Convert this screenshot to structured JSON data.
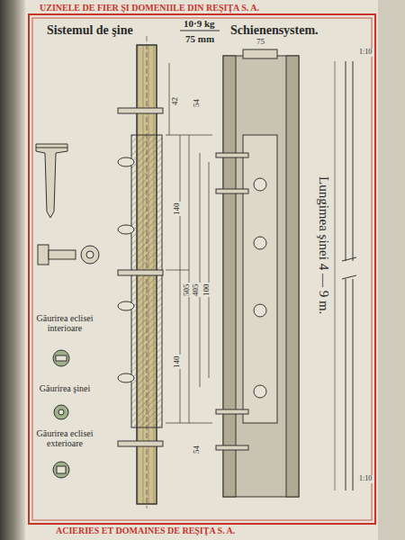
{
  "diagram": {
    "title": "Sistemul de şine",
    "labels": [
      "UZINELE DE FIER ŞI DOMENIILE DIN REŞIŢA S. A.",
      "10·9 kg",
      "75 mm",
      "Schienensystem.",
      "75",
      "Lungimea şinei 4 — 9 m.",
      "Găurirea eclisei interioare",
      "Găurirea şinei",
      "Găurirea eclisei exterioare",
      "ACIERIES ET DOMAINES DE REŞIŢA S. A.",
      "140",
      "505",
      "405",
      "100",
      "140",
      "54",
      "54",
      "42",
      "1:10",
      "1:10"
    ]
  }
}
